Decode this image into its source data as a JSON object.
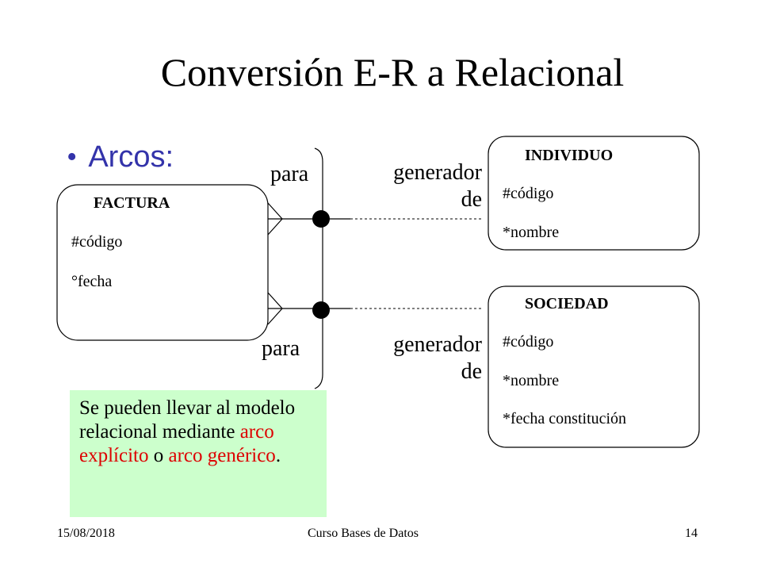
{
  "slide": {
    "title": "Conversión E-R a Relacional",
    "bullet": {
      "symbol": "•",
      "text": "Arcos:"
    }
  },
  "entities": {
    "factura": {
      "name": "FACTURA",
      "attributes": [
        "#código",
        "°fecha"
      ]
    },
    "individuo": {
      "name": "INDIVIDUO",
      "attributes": [
        "#código",
        "*nombre"
      ]
    },
    "sociedad": {
      "name": "SOCIEDAD",
      "attributes": [
        "#código",
        "*nombre",
        "*fecha constitución"
      ]
    }
  },
  "relations": {
    "top": {
      "left_label": "para",
      "right_label_line1": "generador",
      "right_label_line2": "de"
    },
    "bottom": {
      "left_label": "para",
      "right_label_line1": "generador",
      "right_label_line2": "de"
    }
  },
  "note": {
    "part1": "Se pueden llevar al modelo relacional mediante ",
    "highlight1": "arco explícito",
    "part2": " o ",
    "highlight2": "arco genérico",
    "part3": ".",
    "background": "#ccffcc",
    "highlight_color": "#dd0000"
  },
  "footer": {
    "date": "15/08/2018",
    "course": "Curso Bases de Datos",
    "page": "14"
  },
  "colors": {
    "bullet": "#3333aa",
    "text": "#000000"
  }
}
